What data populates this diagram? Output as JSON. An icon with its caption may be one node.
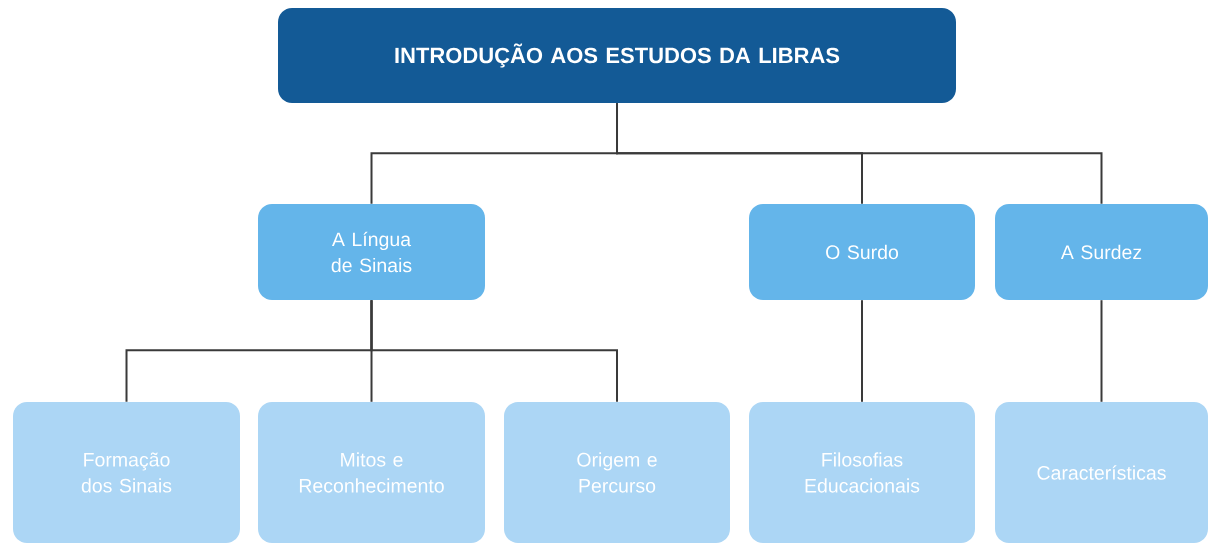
{
  "diagram": {
    "nodes": [
      {
        "text": [
          "INTRODUÇÃO AOS ESTUDOS DA LIBRAS"
        ]
      },
      {
        "text": [
          "A Língua de Sinais"
        ]
      },
      {
        "text": [
          "O Surdo"
        ]
      },
      {
        "text": [
          "A Surdez"
        ]
      },
      {
        "text": [
          "Formação dos Sinais"
        ]
      },
      {
        "text": [
          "Mitos e Reconhecimento"
        ]
      },
      {
        "text": [
          "Origem e Percurso"
        ]
      },
      {
        "text": [
          "Filosofias Educacionais"
        ]
      },
      {
        "text": [
          "Características"
        ]
      }
    ],
    "edges": [
      {
        "from": 0,
        "to": 1,
        "arrow": "none"
      },
      {
        "from": 0,
        "to": 2,
        "arrow": "none"
      },
      {
        "from": 0,
        "to": 3,
        "arrow": "none"
      },
      {
        "from": 1,
        "to": 4,
        "arrow": "none"
      },
      {
        "from": 1,
        "to": 5,
        "arrow": "none"
      },
      {
        "from": 1,
        "to": 6,
        "arrow": "none"
      },
      {
        "from": 2,
        "to": 7,
        "arrow": "none"
      },
      {
        "from": 3,
        "to": 8,
        "arrow": "none"
      }
    ]
  }
}
